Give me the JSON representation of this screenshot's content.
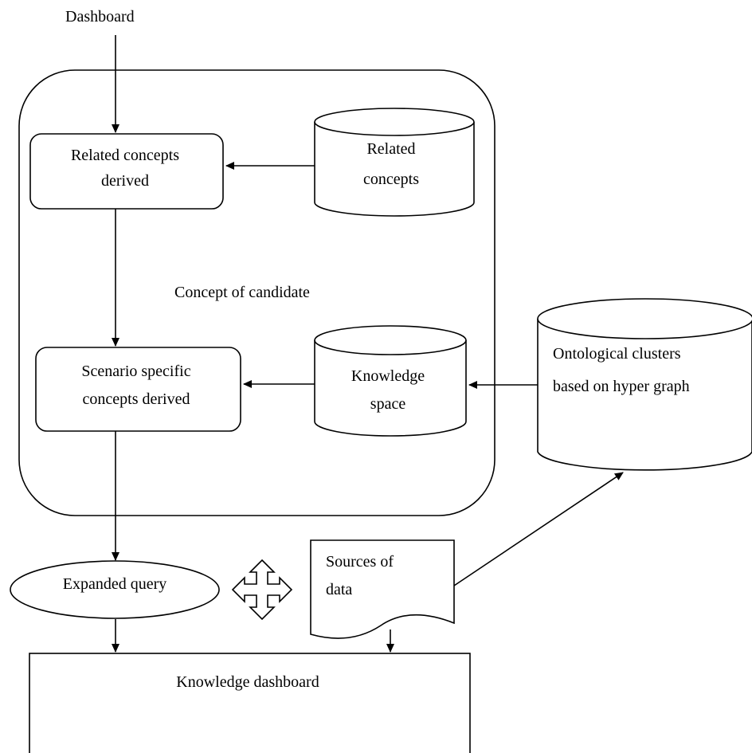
{
  "diagram": {
    "top_label": "Dashboard",
    "container_label": "Concept of candidate",
    "related_derived": [
      "Related concepts",
      "derived"
    ],
    "related_db": [
      "Related",
      "concepts"
    ],
    "scenario_derived": [
      "Scenario specific",
      "concepts derived"
    ],
    "knowledge_space": [
      "Knowledge",
      "space"
    ],
    "ontological_clusters": [
      "Ontological clusters",
      "based on hyper graph"
    ],
    "expanded_query": "Expanded query",
    "sources_of_data": [
      "Sources of",
      "data"
    ],
    "knowledge_dashboard": "Knowledge dashboard",
    "move_icon": "four-way-move-arrows",
    "colors": {
      "stroke": "#000000",
      "fill": "#ffffff",
      "text": "#000000"
    }
  }
}
